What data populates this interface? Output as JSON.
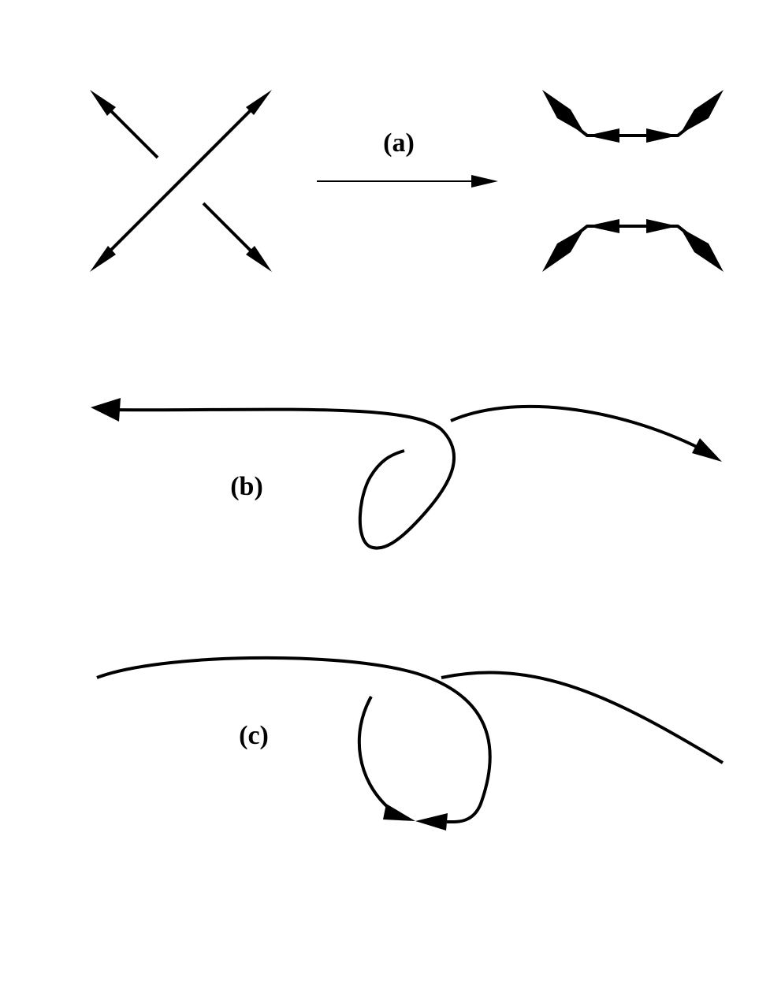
{
  "panels": {
    "a": {
      "label": "(a)"
    },
    "b": {
      "label": "(b)"
    },
    "c": {
      "label": "(c)"
    }
  },
  "colors": {
    "ink": "#000000",
    "background": "#ffffff"
  }
}
